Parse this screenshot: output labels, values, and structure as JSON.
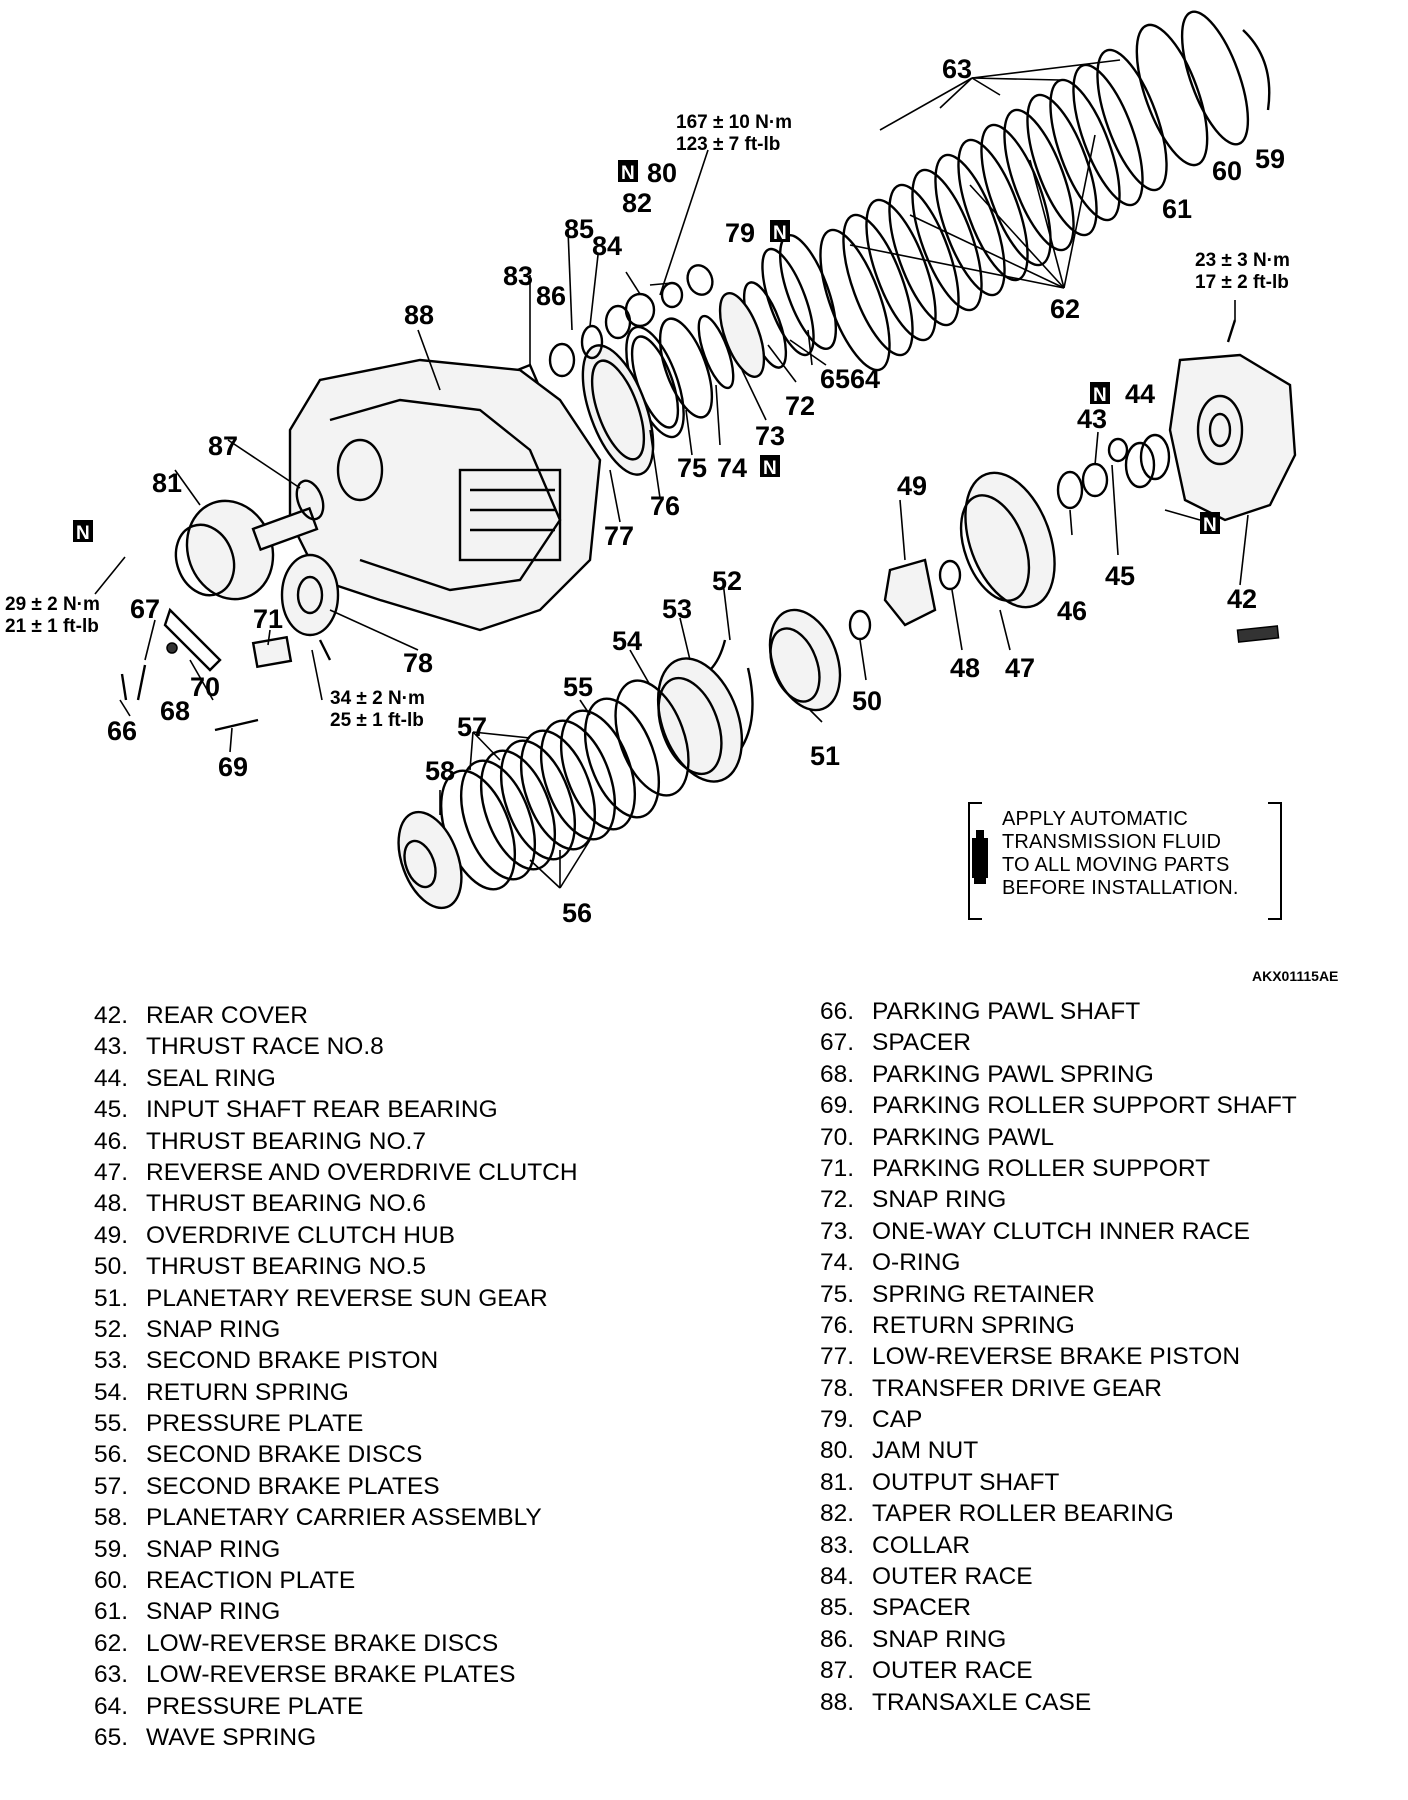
{
  "callouts": {
    "c42": "42",
    "c43": "43",
    "c44": "44",
    "c45": "45",
    "c46": "46",
    "c47": "47",
    "c48": "48",
    "c49": "49",
    "c50": "50",
    "c51": "51",
    "c52": "52",
    "c53": "53",
    "c54": "54",
    "c55": "55",
    "c56": "56",
    "c57": "57",
    "c58": "58",
    "c59": "59",
    "c60": "60",
    "c61": "61",
    "c62": "62",
    "c63": "63",
    "c64": "64",
    "c65": "65",
    "c66": "66",
    "c67": "67",
    "c68": "68",
    "c69": "69",
    "c70": "70",
    "c71": "71",
    "c72": "72",
    "c73": "73",
    "c74": "74",
    "c75": "75",
    "c76": "76",
    "c77": "77",
    "c78": "78",
    "c79": "79",
    "c80": "80",
    "c81": "81",
    "c82": "82",
    "c83": "83",
    "c84": "84",
    "c85": "85",
    "c86": "86",
    "c87": "87",
    "c88": "88"
  },
  "new_part_mark": "N",
  "torque_specs": {
    "t1_nm": "167 ± 10 N·m",
    "t1_ftlb": "123 ± 7 ft-lb",
    "t2_nm": "23 ± 3 N·m",
    "t2_ftlb": "17 ± 2 ft-lb",
    "t3_nm": "29 ± 2 N·m",
    "t3_ftlb": "21 ± 1 ft-lb",
    "t4_nm": "34 ± 2 N·m",
    "t4_ftlb": "25 ± 1 ft-lb"
  },
  "note": {
    "line1": "APPLY AUTOMATIC",
    "line2": "TRANSMISSION FLUID",
    "line3": "TO ALL MOVING PARTS",
    "line4": "BEFORE INSTALLATION."
  },
  "figure_code": "AKX01115AE",
  "legend": {
    "left": [
      {
        "num": "42.",
        "name": "REAR COVER"
      },
      {
        "num": "43.",
        "name": "THRUST RACE NO.8"
      },
      {
        "num": "44.",
        "name": "SEAL RING"
      },
      {
        "num": "45.",
        "name": "INPUT SHAFT REAR BEARING"
      },
      {
        "num": "46.",
        "name": "THRUST BEARING NO.7"
      },
      {
        "num": "47.",
        "name": "REVERSE AND OVERDRIVE CLUTCH"
      },
      {
        "num": "48.",
        "name": "THRUST BEARING NO.6"
      },
      {
        "num": "49.",
        "name": "OVERDRIVE CLUTCH HUB"
      },
      {
        "num": "50.",
        "name": "THRUST BEARING NO.5"
      },
      {
        "num": "51.",
        "name": "PLANETARY REVERSE SUN GEAR"
      },
      {
        "num": "52.",
        "name": "SNAP RING"
      },
      {
        "num": "53.",
        "name": "SECOND BRAKE PISTON"
      },
      {
        "num": "54.",
        "name": "RETURN SPRING"
      },
      {
        "num": "55.",
        "name": "PRESSURE PLATE"
      },
      {
        "num": "56.",
        "name": "SECOND BRAKE DISCS"
      },
      {
        "num": "57.",
        "name": "SECOND BRAKE PLATES"
      },
      {
        "num": "58.",
        "name": "PLANETARY CARRIER ASSEMBLY"
      },
      {
        "num": "59.",
        "name": "SNAP RING"
      },
      {
        "num": "60.",
        "name": "REACTION PLATE"
      },
      {
        "num": "61.",
        "name": "SNAP RING"
      },
      {
        "num": "62.",
        "name": "LOW-REVERSE BRAKE DISCS"
      },
      {
        "num": "63.",
        "name": "LOW-REVERSE BRAKE PLATES"
      },
      {
        "num": "64.",
        "name": "PRESSURE PLATE"
      },
      {
        "num": "65.",
        "name": "WAVE SPRING"
      }
    ],
    "right": [
      {
        "num": "66.",
        "name": "PARKING PAWL SHAFT"
      },
      {
        "num": "67.",
        "name": "SPACER"
      },
      {
        "num": "68.",
        "name": "PARKING PAWL SPRING"
      },
      {
        "num": "69.",
        "name": "PARKING ROLLER SUPPORT SHAFT"
      },
      {
        "num": "70.",
        "name": "PARKING PAWL"
      },
      {
        "num": "71.",
        "name": "PARKING ROLLER SUPPORT"
      },
      {
        "num": "72.",
        "name": "SNAP RING"
      },
      {
        "num": "73.",
        "name": "ONE-WAY CLUTCH INNER RACE"
      },
      {
        "num": "74.",
        "name": "O-RING"
      },
      {
        "num": "75.",
        "name": "SPRING RETAINER"
      },
      {
        "num": "76.",
        "name": "RETURN SPRING"
      },
      {
        "num": "77.",
        "name": "LOW-REVERSE BRAKE PISTON"
      },
      {
        "num": "78.",
        "name": "TRANSFER DRIVE GEAR"
      },
      {
        "num": "79.",
        "name": "CAP"
      },
      {
        "num": "80.",
        "name": "JAM NUT"
      },
      {
        "num": "81.",
        "name": "OUTPUT SHAFT"
      },
      {
        "num": "82.",
        "name": "TAPER ROLLER BEARING"
      },
      {
        "num": "83.",
        "name": "COLLAR"
      },
      {
        "num": "84.",
        "name": "OUTER RACE"
      },
      {
        "num": "85.",
        "name": "SPACER"
      },
      {
        "num": "86.",
        "name": "SNAP RING"
      },
      {
        "num": "87.",
        "name": "OUTER RACE"
      },
      {
        "num": "88.",
        "name": "TRANSAXLE CASE"
      }
    ]
  }
}
